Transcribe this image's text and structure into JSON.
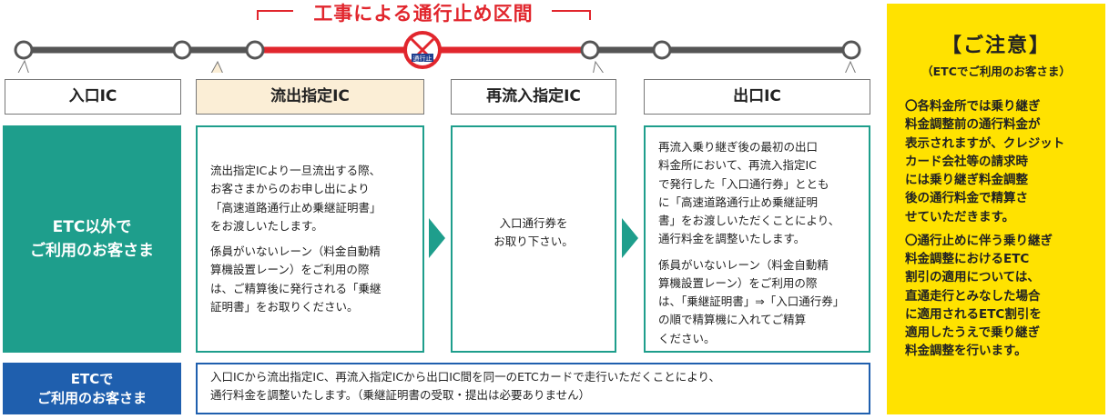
{
  "diagram": {
    "closure_title": "工事による通行止め区間",
    "closure_sign_text": "通行止",
    "colors": {
      "road": "#555555",
      "closure": "#e1262d",
      "teal": "#1e9e8c",
      "blue": "#1f5fae",
      "notice_bg": "#ffe200",
      "highlight": "#fbeed6"
    }
  },
  "ic_labels": {
    "entrance": "入口IC",
    "exit_designated": "流出指定IC",
    "reentry_designated": "再流入指定IC",
    "exit": "出口IC"
  },
  "categories": {
    "non_etc": [
      "ETC以外で",
      "ご利用のお客さま"
    ],
    "etc": [
      "ETCで",
      "ご利用のお客さま"
    ]
  },
  "boxes": {
    "exit_designated": {
      "para1": [
        "流出指定ICより一旦流出する際、",
        "お客さまからのお申し出により",
        "「高速道路通行止め乗継証明書」",
        "をお渡しいたします。"
      ],
      "para2": [
        "係員がいないレーン（料金自動精",
        "算機設置レーン）をご利用の際",
        "は、ご精算後に発行される「乗継",
        "証明書」をお取りください。"
      ]
    },
    "reentry_designated": {
      "para1": [
        "入口通行券を",
        "お取り下さい。"
      ]
    },
    "exit": {
      "para1": [
        "再流入乗り継ぎ後の最初の出口",
        "料金所において、再流入指定IC",
        "で発行した「入口通行券」ととも",
        "に「高速道路通行止め乗継証明",
        "書」をお渡しいただくことにより、",
        "通行料金を調整いたします。"
      ],
      "para2": [
        "係員がいないレーン（料金自動精",
        "算機設置レーン）をご利用の際",
        "は、「乗継証明書」⇒「入口通行券」",
        "の順で精算機に入れてご精算",
        "ください。"
      ]
    },
    "etc": [
      "入口ICから流出指定IC、再流入指定ICから出口IC間を同一のETCカードで走行いただくことにより、",
      "通行料金を調整いたします。（乗継証明書の受取・提出は必要ありません）"
    ]
  },
  "notice": {
    "title": "【ご注意】",
    "subtitle": "（ETCでご利用のお客さま）",
    "item1": [
      "〇各料金所では乗り継ぎ",
      "料金調整前の通行料金が",
      "表示されますが、クレジット",
      "カード会社等の請求時",
      "には乗り継ぎ料金調整",
      "後の通行料金で精算さ",
      "せていただきます。"
    ],
    "item2": [
      "〇通行止めに伴う乗り継ぎ",
      "料金調整におけるETC",
      "割引の適用については、",
      "直通走行とみなした場合",
      "に適用されるETC割引を",
      "適用したうえで乗り継ぎ",
      "料金調整を行います。"
    ]
  }
}
